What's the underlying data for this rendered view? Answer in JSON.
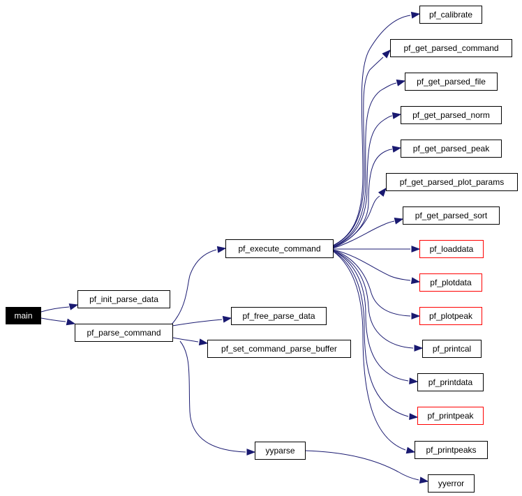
{
  "graph": {
    "colors": {
      "edge": "#191970",
      "border": "#000000",
      "missing_border": "#ff0000",
      "root_fill": "#000000",
      "root_text": "#ffffff"
    },
    "nodes": [
      {
        "id": "main",
        "label": "main",
        "style": "root"
      },
      {
        "id": "pf_init_parse_data",
        "label": "pf_init_parse_data",
        "style": "normal"
      },
      {
        "id": "pf_parse_command",
        "label": "pf_parse_command",
        "style": "normal"
      },
      {
        "id": "pf_execute_command",
        "label": "pf_execute_command",
        "style": "normal"
      },
      {
        "id": "pf_free_parse_data",
        "label": "pf_free_parse_data",
        "style": "normal"
      },
      {
        "id": "pf_set_command_parse_buffer",
        "label": "pf_set_command_parse_buffer",
        "style": "normal"
      },
      {
        "id": "yyparse",
        "label": "yyparse",
        "style": "normal"
      },
      {
        "id": "yyerror",
        "label": "yyerror",
        "style": "normal"
      },
      {
        "id": "pf_calibrate",
        "label": "pf_calibrate",
        "style": "normal"
      },
      {
        "id": "pf_get_parsed_command",
        "label": "pf_get_parsed_command",
        "style": "normal"
      },
      {
        "id": "pf_get_parsed_file",
        "label": "pf_get_parsed_file",
        "style": "normal"
      },
      {
        "id": "pf_get_parsed_norm",
        "label": "pf_get_parsed_norm",
        "style": "normal"
      },
      {
        "id": "pf_get_parsed_peak",
        "label": "pf_get_parsed_peak",
        "style": "normal"
      },
      {
        "id": "pf_get_parsed_plot_params",
        "label": "pf_get_parsed_plot_params",
        "style": "normal"
      },
      {
        "id": "pf_get_parsed_sort",
        "label": "pf_get_parsed_sort",
        "style": "normal"
      },
      {
        "id": "pf_loaddata",
        "label": "pf_loaddata",
        "style": "missing"
      },
      {
        "id": "pf_plotdata",
        "label": "pf_plotdata",
        "style": "missing"
      },
      {
        "id": "pf_plotpeak",
        "label": "pf_plotpeak",
        "style": "missing"
      },
      {
        "id": "pf_printcal",
        "label": "pf_printcal",
        "style": "normal"
      },
      {
        "id": "pf_printdata",
        "label": "pf_printdata",
        "style": "normal"
      },
      {
        "id": "pf_printpeak",
        "label": "pf_printpeak",
        "style": "missing"
      },
      {
        "id": "pf_printpeaks",
        "label": "pf_printpeaks",
        "style": "normal"
      }
    ],
    "edges": [
      {
        "from": "main",
        "to": "pf_init_parse_data"
      },
      {
        "from": "main",
        "to": "pf_parse_command"
      },
      {
        "from": "pf_parse_command",
        "to": "pf_execute_command"
      },
      {
        "from": "pf_parse_command",
        "to": "pf_free_parse_data"
      },
      {
        "from": "pf_parse_command",
        "to": "pf_set_command_parse_buffer"
      },
      {
        "from": "pf_parse_command",
        "to": "yyparse"
      },
      {
        "from": "yyparse",
        "to": "yyerror"
      },
      {
        "from": "pf_execute_command",
        "to": "pf_calibrate"
      },
      {
        "from": "pf_execute_command",
        "to": "pf_get_parsed_command"
      },
      {
        "from": "pf_execute_command",
        "to": "pf_get_parsed_file"
      },
      {
        "from": "pf_execute_command",
        "to": "pf_get_parsed_norm"
      },
      {
        "from": "pf_execute_command",
        "to": "pf_get_parsed_peak"
      },
      {
        "from": "pf_execute_command",
        "to": "pf_get_parsed_plot_params"
      },
      {
        "from": "pf_execute_command",
        "to": "pf_get_parsed_sort"
      },
      {
        "from": "pf_execute_command",
        "to": "pf_loaddata"
      },
      {
        "from": "pf_execute_command",
        "to": "pf_plotdata"
      },
      {
        "from": "pf_execute_command",
        "to": "pf_plotpeak"
      },
      {
        "from": "pf_execute_command",
        "to": "pf_printcal"
      },
      {
        "from": "pf_execute_command",
        "to": "pf_printdata"
      },
      {
        "from": "pf_execute_command",
        "to": "pf_printpeak"
      },
      {
        "from": "pf_execute_command",
        "to": "pf_printpeaks"
      }
    ]
  }
}
